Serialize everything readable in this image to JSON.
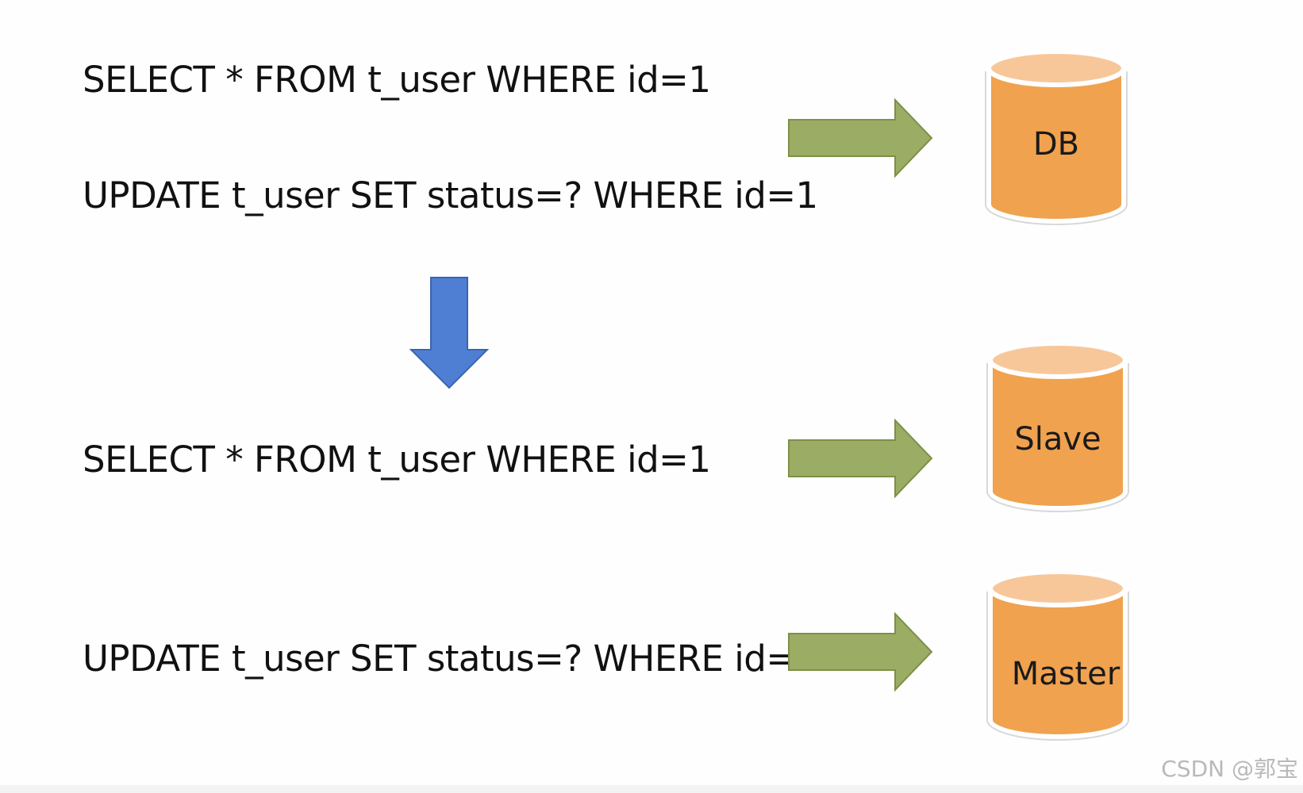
{
  "statements": {
    "top_select": "SELECT * FROM t_user WHERE id=1",
    "top_update": "UPDATE t_user SET status=? WHERE id=1",
    "mid_select": "SELECT * FROM t_user WHERE id=1",
    "bot_update": "UPDATE t_user SET status=? WHERE id=1"
  },
  "databases": {
    "db": "DB",
    "slave": "Slave",
    "master": "Master"
  },
  "watermark": "CSDN @郭宝",
  "colors": {
    "green_arrow": "#9bac65",
    "green_arrow_edge": "#7f8f48",
    "blue_arrow": "#4f7fd3",
    "blue_arrow_edge": "#3a64b1",
    "cylinder_body": "#f0a24f",
    "cylinder_top": "#f7c79a",
    "cylinder_rim": "#ffffff"
  }
}
